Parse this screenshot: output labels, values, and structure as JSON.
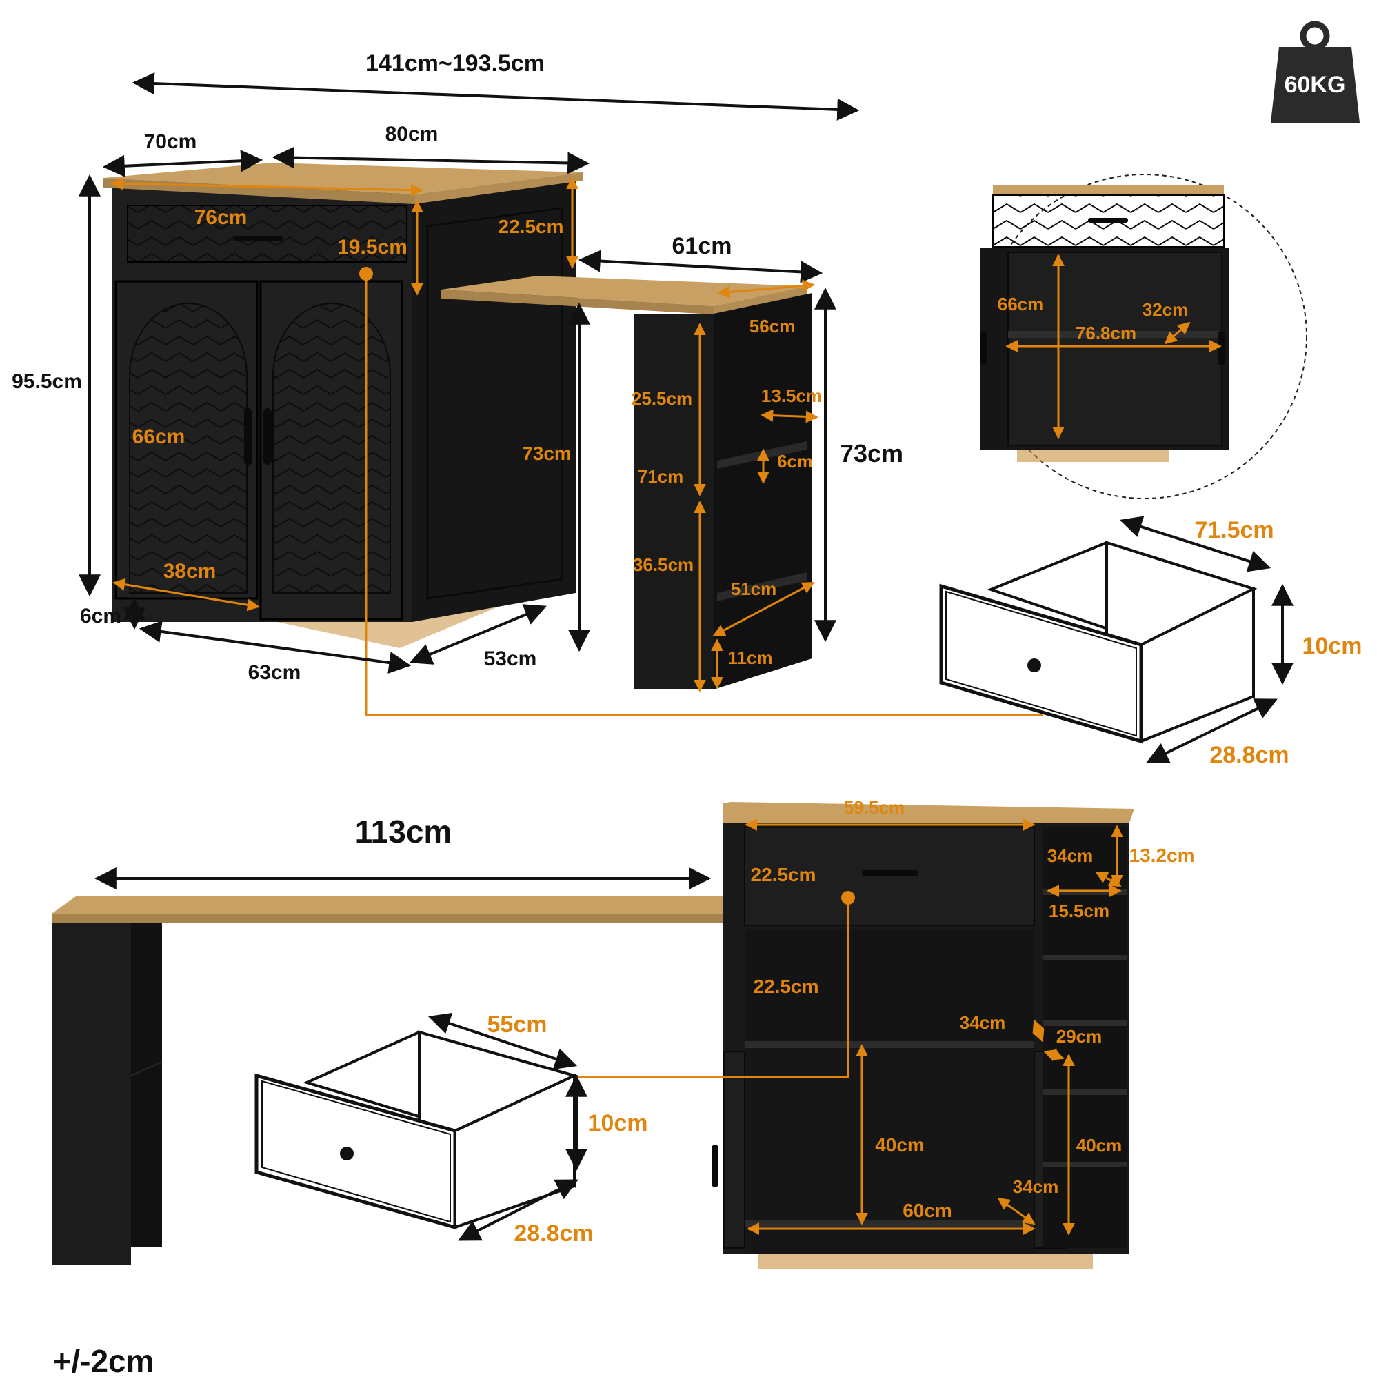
{
  "weight_badge": {
    "label": "60KG"
  },
  "tolerance": "+/-2cm",
  "colors": {
    "dimension_accent": "#e0850e",
    "cabinet_black": "#1b1b1b",
    "wood_top": "#c9a063",
    "text_dark": "#111111"
  },
  "overall": {
    "extended_width": "141cm~193.5cm",
    "depth_left": "70cm",
    "width_top": "80cm",
    "height_total": "95.5cm",
    "plinth_height": "6cm",
    "base_width": "63cm",
    "base_depth": "53cm"
  },
  "front_cabinet": {
    "drawer_width": "76cm",
    "drawer_height": "19.5cm",
    "top_to_drawer": "22.5cm",
    "door_height": "66cm",
    "door_width": "38cm",
    "side_height": "73cm"
  },
  "extension_table": {
    "length": "61cm",
    "depth": "56cm",
    "height": "73cm",
    "upper_shelf": "25.5cm",
    "shelf_width": "13.5cm",
    "shelf_thickness": "6cm",
    "leg_inner_height": "71cm",
    "lower_shelf": "36.5cm",
    "leg_depth": "51cm",
    "bottom_gap": "11cm"
  },
  "interior_detail": {
    "height": "66cm",
    "shelf_depth": "32cm",
    "width": "76.8cm"
  },
  "top_drawer": {
    "depth": "71.5cm",
    "height": "10cm",
    "width": "28.8cm"
  },
  "back_view": {
    "table_length": "113cm",
    "drawer_width": "59.5cm",
    "drawer_height": "22.5cm",
    "open_shelf_height": "22.5cm",
    "side_shelf_depth": "34cm",
    "side_shelf_height": "13.2cm",
    "side_shelf_width": "15.5cm",
    "inner_shelf_depth": "34cm",
    "side_gap": "29cm",
    "cabinet_height": "40cm",
    "side_height": "40cm",
    "cabinet_depth": "34cm",
    "cabinet_width": "60cm"
  },
  "bottom_drawer": {
    "depth": "55cm",
    "height": "10cm",
    "width": "28.8cm"
  }
}
